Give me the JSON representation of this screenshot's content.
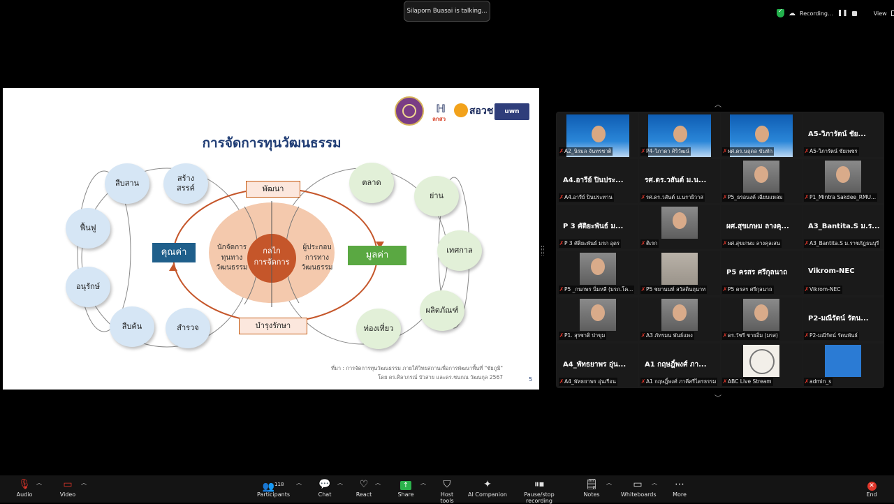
{
  "meeting": {
    "talking": "Silaporn Buasai is talking...",
    "recording_label": "Recording...",
    "view_label": "View"
  },
  "slide": {
    "title": "การจัดการทุนวัฒนธรรม",
    "logos": [
      "ลกสว",
      "สอวช",
      "uwn"
    ],
    "center": "กลไก\nการจัดการ",
    "left_inner": "นักจัดการ\nทุนทาง\nวัฒนธรรม",
    "right_inner": "ผู้ประกอบ\nการทาง\nวัฒนธรรม",
    "top_label": "พัฒนา",
    "bottom_label": "บำรุงรักษา",
    "left_value": "คุณค่า",
    "right_value": "มูลค่า",
    "left_bubbles": [
      "สืบสาน",
      "สร้าง\nสรรค์",
      "ฟื้นฟู",
      "อนุรักษ์",
      "สืบค้น",
      "สำรวจ"
    ],
    "right_bubbles": [
      "ตลาด",
      "ย่าน",
      "เทศกาล",
      "ผลิตภัณฑ์",
      "ท่องเที่ยว"
    ],
    "source_line1": "ที่มา : การจัดการทุนวัฒนธรรม ภายใต้วิทยสถานเพื่อการพัฒนาพื้นที่ \"ชัยภูมิ\"",
    "source_line2": "โดย ดร.ศิลาภรณ์ บัวสาย และดร.ชนกณ วัฒนกุล 2567",
    "page": "5",
    "colors": {
      "value_left": "#1f5f8b",
      "value_right": "#5aa842",
      "center": "#c5562a",
      "ring": "#f4c9ad"
    }
  },
  "gallery": {
    "tiles": [
      {
        "name": "A2_นิรมล จันทรชาติ",
        "type": "slide"
      },
      {
        "name": "P4-วิภาดา ศิริวัฒน์",
        "type": "slide"
      },
      {
        "name": "ผศ.ดร.นฤดล ขันทัก",
        "type": "slide"
      },
      {
        "name": "A5-วิภารัตน์ ชัยเพชร",
        "big": "A5-วิภารัตน์ ชัย...",
        "type": "name"
      },
      {
        "name": "A4.อารีย์ ปินประทาน",
        "big": "A4.อารีย์ ปินประ...",
        "type": "name"
      },
      {
        "name": "รศ.ดร.วสันต์ ม.นราธิวาส",
        "big": "รศ.ดร.วสันต์ ม.น...",
        "type": "name"
      },
      {
        "name": "P5_ธรอนงค์ เฉียบแหลม",
        "type": "photo"
      },
      {
        "name": "P1_Mintra Sakdee_RMU...",
        "type": "photo"
      },
      {
        "name": "P 3 ศัติยะพันธ์ มรภ อุดร",
        "big": "P 3 ศัติยะพันธ์ ม...",
        "type": "name"
      },
      {
        "name": "ติเรก",
        "type": "photo"
      },
      {
        "name": "ผศ.สุขเกษม ลางคุลเสน",
        "big": "ผศ.สุขเกษม ลางคุ...",
        "type": "name"
      },
      {
        "name": "A3_Bantita.S ม.ราชภัฏธนบุรี",
        "big": "A3_Bantita.S ม.ร...",
        "type": "name"
      },
      {
        "name": "P5 _กนกพร นิ่มหลี (มรภ.โค...",
        "type": "photo"
      },
      {
        "name": "P5 ชยานนท์ สวัสดินฤนาท",
        "type": "blur"
      },
      {
        "name": "P5 ครสร ศรีกุลนาถ",
        "big": "P5 ครสร ศรีกุลนาถ",
        "type": "name"
      },
      {
        "name": "Vikrom-NEC",
        "big": "Vikrom-NEC",
        "type": "name"
      },
      {
        "name": "P1. สุรชาติ ป่าขุม",
        "type": "photo"
      },
      {
        "name": "A3 ภัทรมน พันธ์แพง",
        "type": "photo"
      },
      {
        "name": "ดร.วัชรี ชายอิ่ม (มรส)",
        "type": "photo"
      },
      {
        "name": "P2-มณีรัตน์ รัตนพันธ์",
        "big": "P2-มณีรัตน์ รัตน...",
        "type": "name"
      },
      {
        "name": "A4_พัทธยาพร อุ่นเรือน",
        "big": "A4_พัทธยาพร อุ่น...",
        "type": "name"
      },
      {
        "name": "A1 กฤษฎิ์พงศ์ ภาคีศรีไตรธรรม",
        "big": "A1 กฤษฎิ์พงศ์ ภา...",
        "type": "name"
      },
      {
        "name": "ABC Live Stream",
        "type": "logo"
      },
      {
        "name": "admin_s",
        "type": "abc"
      }
    ]
  },
  "toolbar": {
    "audio": "Audio",
    "video": "Video",
    "participants_count": "118",
    "participants": "Participants",
    "chat": "Chat",
    "react": "React",
    "share": "Share",
    "host_tools": "Host tools",
    "ai_companion": "AI Companion",
    "pause_recording": "Pause/stop recording",
    "notes": "Notes",
    "whiteboards": "Whiteboards",
    "more": "More",
    "end": "End"
  }
}
